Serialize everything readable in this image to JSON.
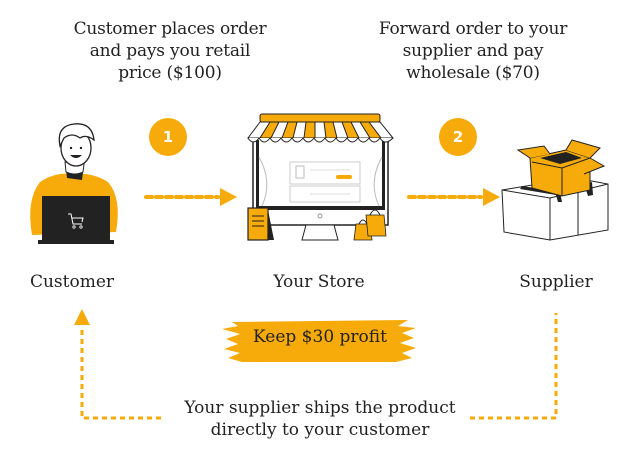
{
  "colors": {
    "accent": "#f7ab0a",
    "ink": "#222222",
    "background": "#ffffff"
  },
  "steps": [
    {
      "number": "1",
      "caption_lines": [
        "Customer places order",
        "and pays you retail",
        "price ($100)"
      ]
    },
    {
      "number": "2",
      "caption_lines": [
        "Forward order to your",
        "supplier and pay",
        "wholesale ($70)"
      ]
    }
  ],
  "nodes": [
    {
      "label": "Customer",
      "icon": "customer-laptop-icon"
    },
    {
      "label": "Your Store",
      "icon": "storefront-icon"
    },
    {
      "label": "Supplier",
      "icon": "boxes-icon"
    }
  ],
  "profit": {
    "label": "Keep $30 profit"
  },
  "shipping": {
    "lines": [
      "Your supplier ships the product",
      "directly to your customer"
    ]
  }
}
